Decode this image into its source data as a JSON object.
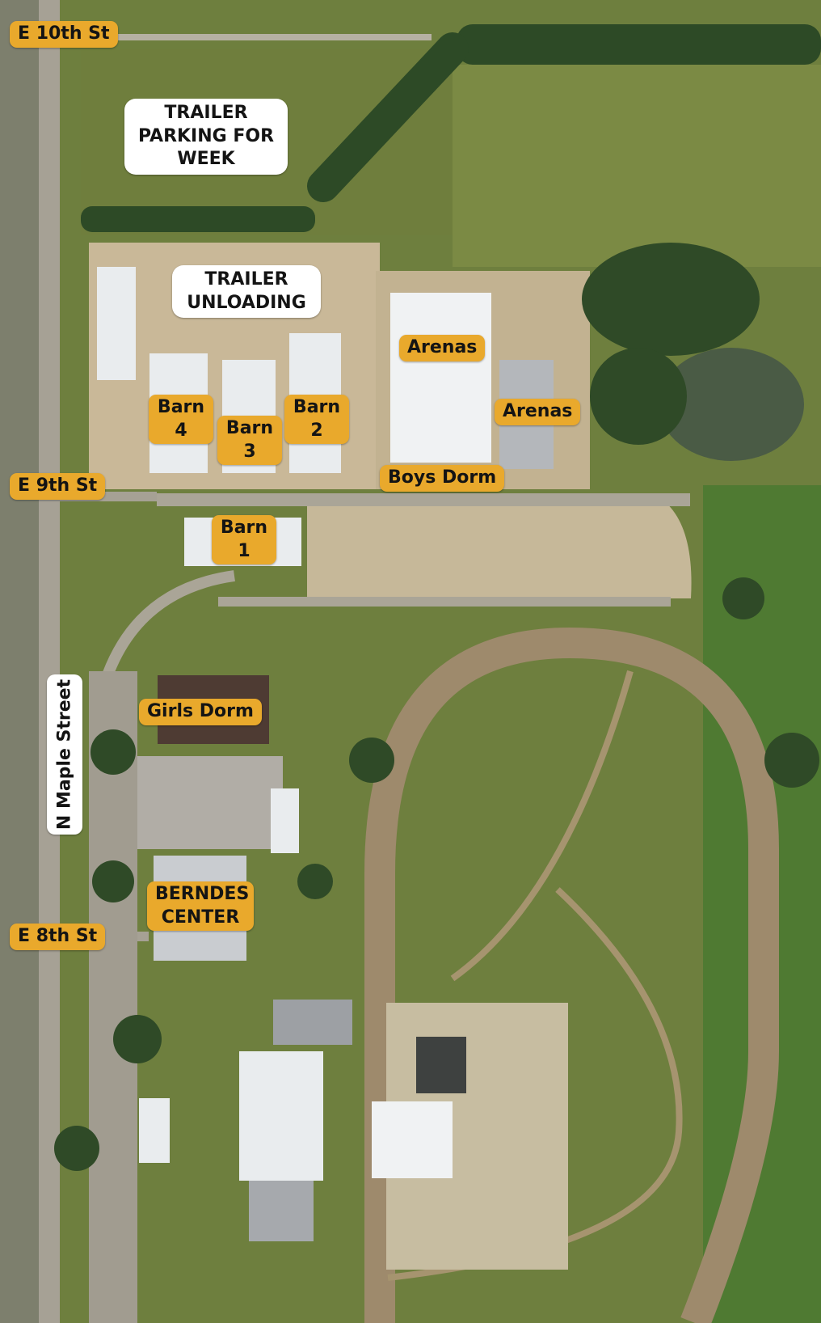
{
  "map": {
    "labels": {
      "e10th": "E 10th St",
      "trailer_parking": "TRAILER PARKING FOR WEEK",
      "trailer_unloading": "TRAILER UNLOADING",
      "arenas_main": "Arenas",
      "arenas_side": "Arenas",
      "barn4": "Barn 4",
      "barn3": "Barn 3",
      "barn2": "Barn 2",
      "barn1": "Barn 1",
      "e9th": "E 9th St",
      "boys_dorm": "Boys Dorm",
      "girls_dorm": "Girls Dorm",
      "maple": "N Maple Street",
      "berndes": "BERNDES CENTER",
      "e8th": "E 8th St"
    },
    "colors": {
      "label_gold": "#e9a92c",
      "label_white": "#ffffff",
      "grass": "#6e7f3e",
      "road": "#a6a195",
      "track": "#9e8a6c",
      "roof": "#e9ecee",
      "trees": "#2d4a26"
    }
  }
}
